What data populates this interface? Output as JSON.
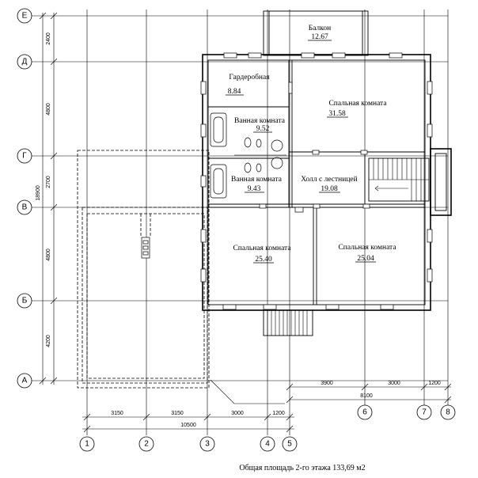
{
  "rooms": {
    "balcony": {
      "name": "Балкон",
      "area": "12.67"
    },
    "wardrobe": {
      "name": "Гардеробная",
      "area": "8.84"
    },
    "bedroom_main": {
      "name": "Спальная комната",
      "area": "31.58"
    },
    "bath_1": {
      "name": "Ванная комната",
      "area": "9.52"
    },
    "bath_2": {
      "name": "Ванная комната",
      "area": "9.43"
    },
    "hall": {
      "name": "Холл с лестницей",
      "area": "19.08"
    },
    "bedroom_left": {
      "name": "Спальная комната",
      "area": "25.40"
    },
    "bedroom_right": {
      "name": "Спальная комната",
      "area": "25.04"
    }
  },
  "axes": {
    "rows": [
      "Е",
      "Д",
      "Г",
      "В",
      "Б",
      "А"
    ],
    "columns": [
      "1",
      "2",
      "3",
      "4",
      "5",
      "6",
      "7",
      "8"
    ]
  },
  "dimensions": {
    "left_segments": [
      "2400",
      "4800",
      "2700",
      "4800",
      "4200"
    ],
    "left_total": "18900",
    "bottom_segments": [
      "3150",
      "3150",
      "3000",
      "1200"
    ],
    "bottom_total": "10500",
    "right_bottom_segments": [
      "3900",
      "3000",
      "1200"
    ],
    "right_bottom_total": "8100"
  },
  "caption": "Общая площадь 2-го этажа 133,69 м2"
}
